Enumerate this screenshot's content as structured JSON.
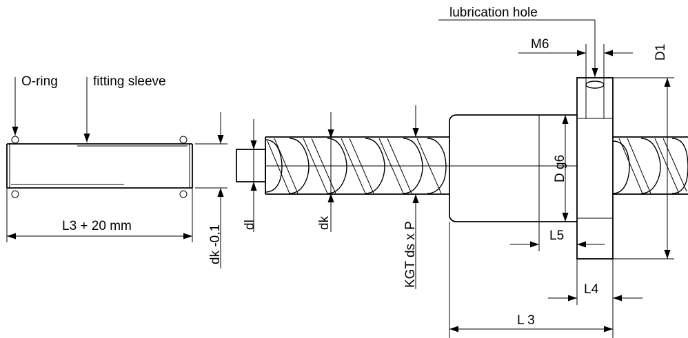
{
  "colors": {
    "line": "#000000",
    "background": "#ffffff"
  },
  "callouts": {
    "o_ring": "O-ring",
    "fitting_sleeve": "fitting sleeve",
    "lubrication_hole": "lubrication hole"
  },
  "dimensions": {
    "sleeve_length": "L3 + 20 mm",
    "sleeve_diameter": "dk -0,1",
    "journal_diameter": "dl",
    "core_diameter": "dk",
    "screw_designation": "KGT ds x P",
    "nut_diameter": "D g6",
    "flange_diameter": "D1",
    "lube_thread": "M6",
    "length_l5": "L5",
    "length_l4": "L4",
    "length_l3": "L 3"
  }
}
